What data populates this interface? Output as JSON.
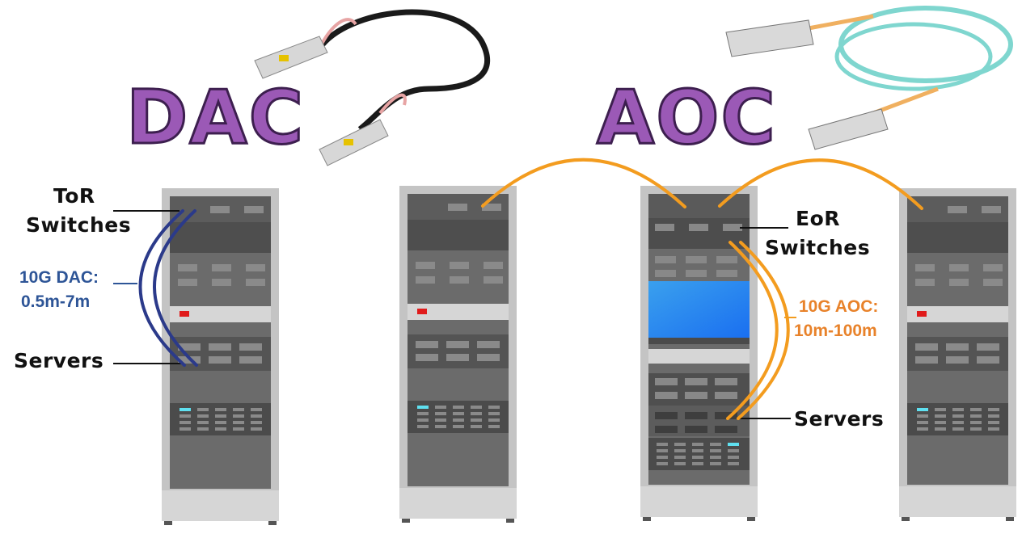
{
  "titles": {
    "dac": "DAC",
    "aoc": "AOC"
  },
  "labels": {
    "tor_line1": "ToR",
    "tor_line2": "Switches",
    "dac_spec_line1": "10G DAC:",
    "dac_spec_line2": "0.5m-7m",
    "servers_left": "Servers",
    "eor_line1": "EoR",
    "eor_line2": "Switches",
    "aoc_spec_line1": "10G AOC:",
    "aoc_spec_line2": "10m-100m",
    "servers_right": "Servers"
  },
  "colors": {
    "dac_cable": "#2b3a8a",
    "dac_text": "#2e5597",
    "aoc_cable": "#f39c1f",
    "aoc_text": "#e8822a",
    "title_fill": "#9b59b6",
    "aoc_fiber": "#7fd6cf"
  }
}
